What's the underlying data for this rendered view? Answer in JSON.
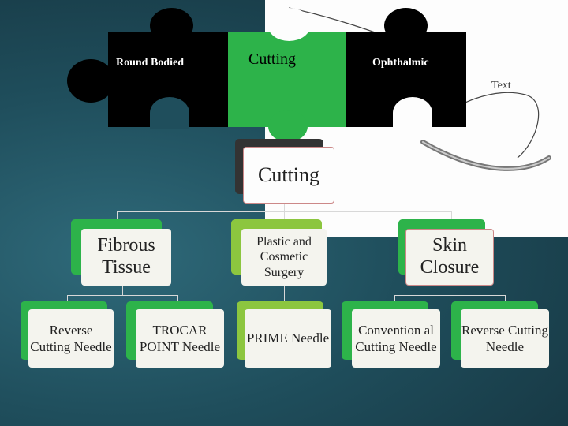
{
  "puzzle": {
    "round_bodied": "Round Bodied",
    "cutting": "Cutting",
    "ophthalmic": "Ophthalmic",
    "text_label": "Text"
  },
  "tree": {
    "root": "Cutting",
    "branches": [
      {
        "label": "Fibrous Tissue",
        "children": [
          "Reverse Cutting Needle",
          "TROCAR POINT Needle"
        ]
      },
      {
        "label": "Plastic and Cosmetic Surgery",
        "children": [
          "PRIME Needle"
        ]
      },
      {
        "label": "Skin Closure",
        "children": [
          "Convention al Cutting Needle",
          "Reverse Cutting Needle"
        ]
      }
    ]
  },
  "colors": {
    "green": "#2db34a",
    "light_green": "#8cc63f",
    "black": "#000000",
    "white_box": "#f4f4ee"
  }
}
